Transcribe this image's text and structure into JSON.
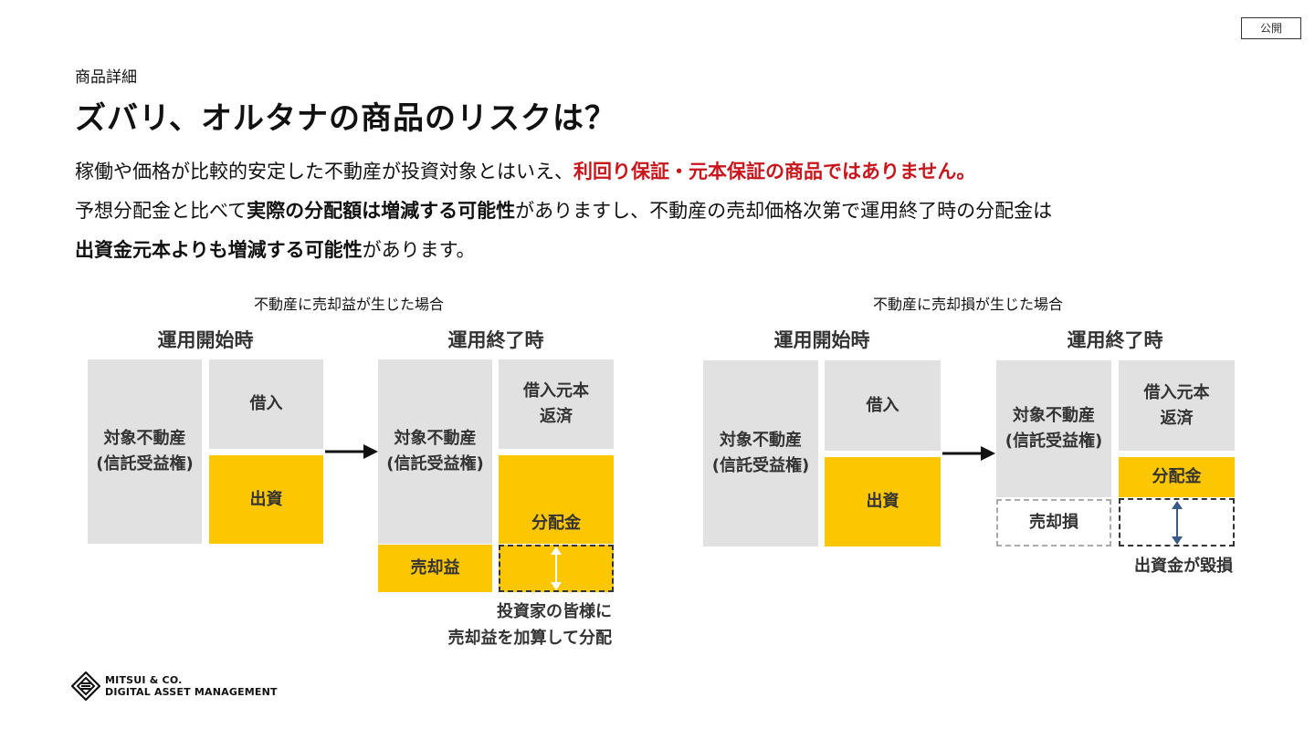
{
  "badge": "公開",
  "breadcrumb": "商品詳細",
  "title": "ズバリ、オルタナの商品のリスクは？",
  "body": {
    "line1_a": "稼働や価格が比較的安定した不動産が投資対象とはいえ、",
    "line1_red": "利回り保証・元本保証の商品ではありません",
    "line1_end": "。",
    "line2_a": "予想分配金と比べて",
    "line2_bold": "実際の分配額は増減する可能性",
    "line2_b": "がありますし、不動産の売却価格次第で運用終了時の分配金は",
    "line3_bold": "出資金元本よりも増減する可能性",
    "line3_b": "があります。"
  },
  "gain": {
    "label": "不動産に売却益が生じた場合",
    "start_title": "運用開始時",
    "end_title": "運用終了時",
    "property": "対象不動産",
    "property_sub": "(信託受益権)",
    "loan": "借入",
    "equity": "出資",
    "repay1": "借入元本",
    "repay2": "返済",
    "distribution": "分配金",
    "sale": "売却益",
    "note1": "投資家の皆様に",
    "note2": "売却益を加算して分配"
  },
  "loss": {
    "label": "不動産に売却損が生じた場合",
    "start_title": "運用開始時",
    "end_title": "運用終了時",
    "property": "対象不動産",
    "property_sub": "(信託受益権)",
    "loan": "借入",
    "equity": "出資",
    "repay1": "借入元本",
    "repay2": "返済",
    "distribution": "分配金",
    "sale": "売却損",
    "note": "出資金が毀損"
  },
  "logo": {
    "line1": "MITSUI & CO.",
    "line2": "DIGITAL ASSET MANAGEMENT"
  },
  "colors": {
    "accent_red": "#c8161d",
    "yellow": "#fcc600",
    "grey": "#e1e1e1",
    "arrow_blue": "#3a5a8c"
  }
}
